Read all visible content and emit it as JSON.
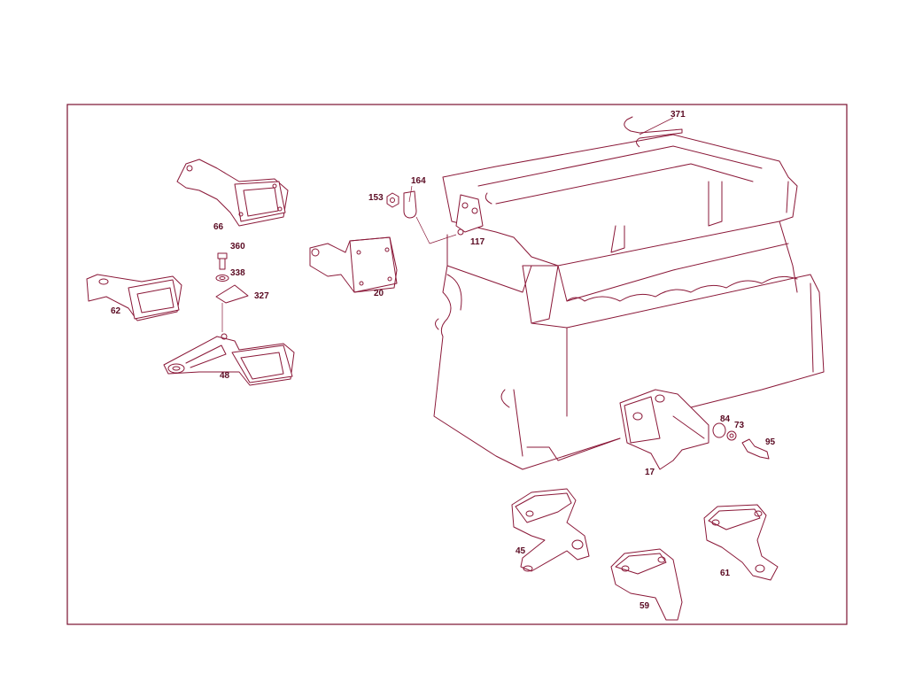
{
  "colors": {
    "line": "#8a1838",
    "label": "#5a0a22",
    "background": "#ffffff"
  },
  "parts": {
    "p371": "371",
    "p164": "164",
    "p153": "153",
    "p117": "117",
    "p66": "66",
    "p360": "360",
    "p338": "338",
    "p327": "327",
    "p62": "62",
    "p20": "20",
    "p48": "48",
    "p84": "84",
    "p73": "73",
    "p95": "95",
    "p17": "17",
    "p45": "45",
    "p59": "59",
    "p61": "61"
  }
}
